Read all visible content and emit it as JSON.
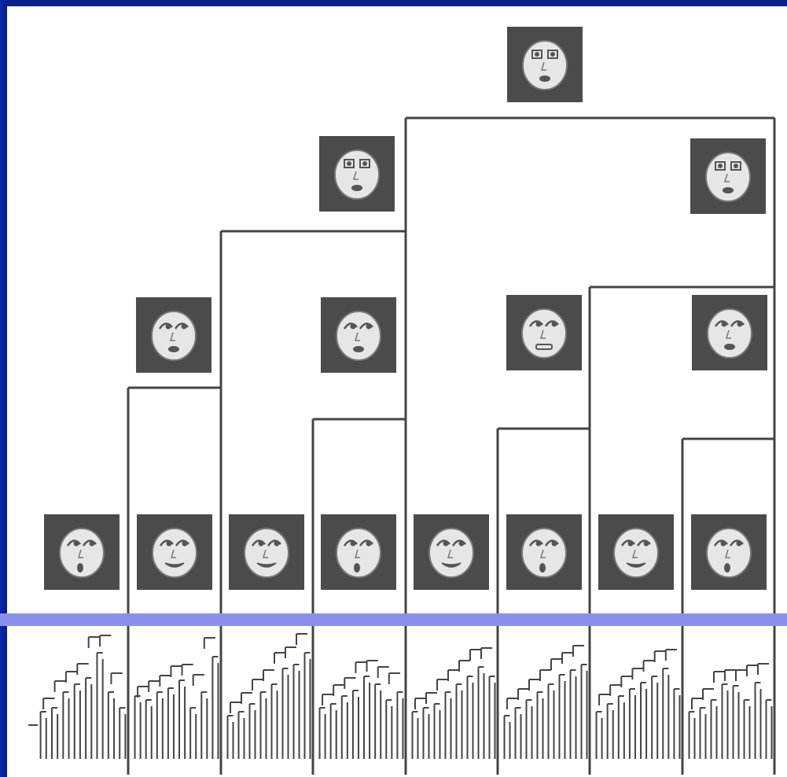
{
  "diagram": {
    "type": "hierarchical clustering dendrogram of face images",
    "colors": {
      "frame": "#0a1f8c",
      "accent_bar": "#8a8ff0",
      "tile_background": "#4b4b4b",
      "face_fill": "#e6e6e6",
      "line": "#444444"
    },
    "face_tiles": [
      {
        "name": "face-root",
        "icon": "face-icon",
        "eyes": "boxed",
        "mouth": "oval"
      },
      {
        "name": "face-level2-left",
        "icon": "face-icon",
        "eyes": "boxed",
        "mouth": "oval"
      },
      {
        "name": "face-level2-right",
        "icon": "face-icon",
        "eyes": "boxed",
        "mouth": "oval"
      },
      {
        "name": "face-level3-1",
        "icon": "face-icon",
        "eyes": "looking-side",
        "mouth": "oval"
      },
      {
        "name": "face-level3-2",
        "icon": "face-icon",
        "eyes": "looking-side",
        "mouth": "oval"
      },
      {
        "name": "face-level3-3",
        "icon": "face-icon",
        "eyes": "looking-side",
        "mouth": "flat"
      },
      {
        "name": "face-level3-4",
        "icon": "face-icon",
        "eyes": "looking-side",
        "mouth": "oval"
      },
      {
        "name": "face-leaf-1",
        "icon": "face-icon",
        "eyes": "looking-side",
        "mouth": "open"
      },
      {
        "name": "face-leaf-2",
        "icon": "face-icon",
        "eyes": "looking-side",
        "mouth": "smile"
      },
      {
        "name": "face-leaf-3",
        "icon": "face-icon",
        "eyes": "looking-side",
        "mouth": "smile"
      },
      {
        "name": "face-leaf-4",
        "icon": "face-icon",
        "eyes": "looking-side",
        "mouth": "open"
      },
      {
        "name": "face-leaf-5",
        "icon": "face-icon",
        "eyes": "looking-side",
        "mouth": "smile"
      },
      {
        "name": "face-leaf-6",
        "icon": "face-icon",
        "eyes": "looking-side",
        "mouth": "open"
      },
      {
        "name": "face-leaf-7",
        "icon": "face-icon",
        "eyes": "looking-side",
        "mouth": "smile"
      },
      {
        "name": "face-leaf-8",
        "icon": "face-icon",
        "eyes": "looking-side",
        "mouth": "open"
      }
    ]
  }
}
